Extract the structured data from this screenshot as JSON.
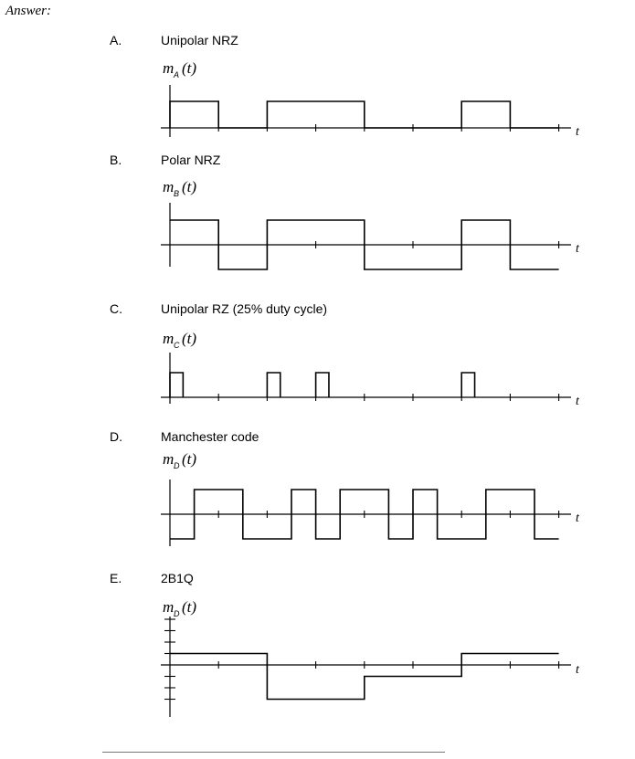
{
  "answer_label": "Answer:",
  "sections": [
    {
      "key": "A",
      "letter": "A.",
      "title": "Unipolar NRZ",
      "fn": {
        "m": "m",
        "sub": "A",
        "t": "(t)"
      },
      "axis_label": "t",
      "type": "unipolar",
      "bits": [
        1,
        0,
        1,
        1,
        0,
        0,
        1,
        0
      ]
    },
    {
      "key": "B",
      "letter": "B.",
      "title": "Polar NRZ",
      "fn": {
        "m": "m",
        "sub": "B",
        "t": "(t)"
      },
      "axis_label": "t",
      "type": "polar",
      "bits": [
        1,
        0,
        1,
        1,
        0,
        0,
        1,
        0
      ]
    },
    {
      "key": "C",
      "letter": "C.",
      "title": "Unipolar RZ (25% duty cycle)",
      "fn": {
        "m": "m",
        "sub": "C",
        "t": "(t)"
      },
      "axis_label": "t",
      "type": "rz",
      "bits": [
        1,
        0,
        1,
        1,
        0,
        0,
        1,
        0
      ]
    },
    {
      "key": "D",
      "letter": "D.",
      "title": "Manchester code",
      "fn": {
        "m": "m",
        "sub": "D",
        "t": "(t)"
      },
      "axis_label": "t",
      "type": "manchester",
      "bits": [
        1,
        0,
        1,
        1,
        0,
        0,
        1,
        0
      ]
    },
    {
      "key": "E",
      "letter": "E.",
      "title": "2B1Q",
      "fn": {
        "m": "m",
        "sub": "D",
        "t": "(t)"
      },
      "axis_label": "t",
      "type": "2b1q",
      "symbols": [
        1,
        -3,
        -1,
        1
      ]
    }
  ]
}
